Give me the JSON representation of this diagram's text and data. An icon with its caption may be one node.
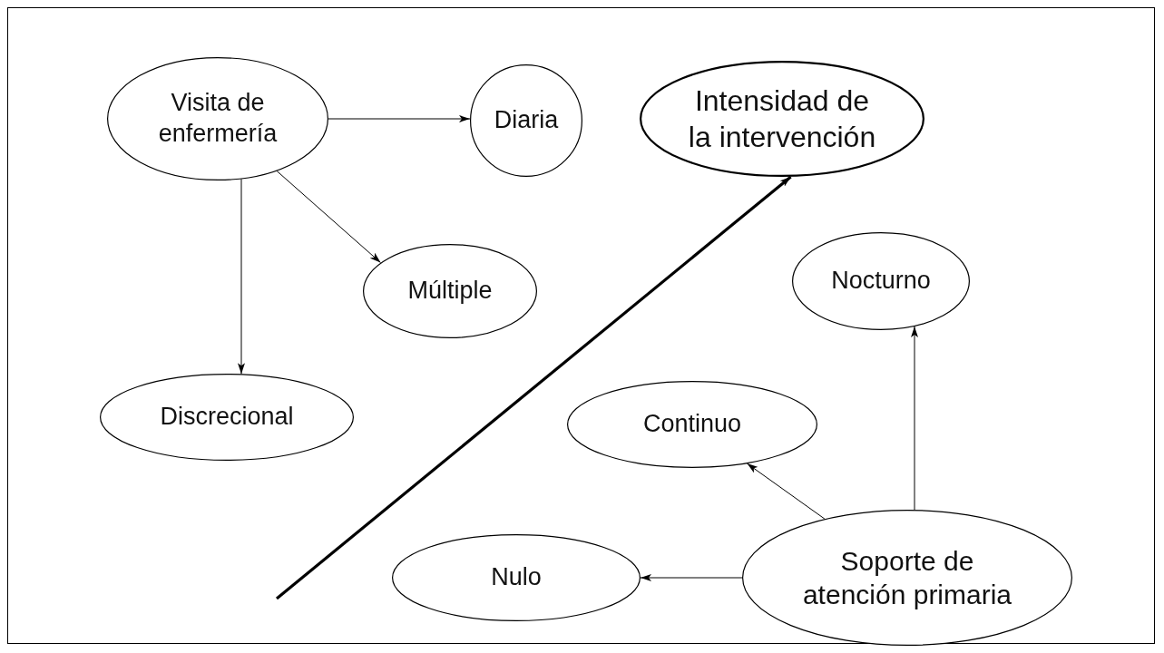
{
  "diagram": {
    "nodes": [
      {
        "text": [
          "Visita de enfermería"
        ]
      },
      {
        "text": [
          "Diaria"
        ]
      },
      {
        "text": [
          "Intensidad de la intervención"
        ]
      },
      {
        "text": [
          "Múltiple"
        ]
      },
      {
        "text": [
          "Nocturno"
        ]
      },
      {
        "text": [
          "Discrecional"
        ]
      },
      {
        "text": [
          "Continuo"
        ]
      },
      {
        "text": [
          "Soporte de atención primaria"
        ]
      },
      {
        "text": [
          "Nulo"
        ]
      }
    ],
    "edges": [
      {
        "from": 0,
        "to": 1,
        "arrow": "to"
      },
      {
        "from": 0,
        "to": 3,
        "arrow": "to"
      },
      {
        "from": 0,
        "to": 5,
        "arrow": "to"
      },
      {
        "from": null,
        "to": 2,
        "arrow": "to",
        "style": "thick"
      },
      {
        "from": 7,
        "to": 6,
        "arrow": "to"
      },
      {
        "from": 7,
        "to": 4,
        "arrow": "to"
      },
      {
        "from": 7,
        "to": 8,
        "arrow": "to"
      }
    ]
  }
}
